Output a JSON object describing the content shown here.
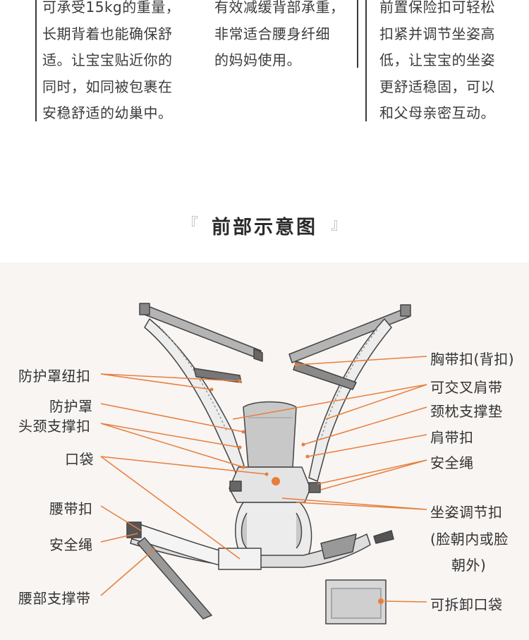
{
  "intro_columns": [
    {
      "lines": [
        "可承受15kg的重量，",
        "长期背着也能确保舒",
        "适。让宝宝贴近你的",
        "同时，如同被包裹在",
        "安稳舒适的幼巢中。"
      ]
    },
    {
      "lines": [
        "有效减缓背部承重，",
        "非常适合腰身纤细",
        "的妈妈使用。"
      ]
    },
    {
      "lines": [
        "前置保险扣可轻松",
        "扣紧并调节坐姿高",
        "低，让宝宝的坐姿",
        "更舒适稳固，可以",
        "和父母亲密互动。"
      ]
    }
  ],
  "section": {
    "bracket_open": "『",
    "title": "前部示意图",
    "bracket_close": "』"
  },
  "diagram": {
    "accent_color": "#e87e3c",
    "labels_left": {
      "hood_buttons": "防护罩纽扣",
      "hood": "防护罩",
      "head_support_buckle": "头颈支撑扣",
      "pocket": "口袋",
      "waist_buckle": "腰带扣",
      "safety_cord": "安全绳",
      "waist_belt": "腰部支撑带"
    },
    "labels_right": {
      "chest_buckle": "胸带扣(背扣)",
      "cross_straps": "可交叉肩带",
      "neck_pad": "颈枕支撑垫",
      "shoulder_buckle": "肩带扣",
      "safety_cord": "安全绳",
      "seat_adjuster": "坐姿调节扣",
      "seat_adjuster_note_1": "(脸朝内或脸",
      "seat_adjuster_note_2": "朝外)",
      "detachable_pocket": "可拆卸口袋"
    }
  }
}
